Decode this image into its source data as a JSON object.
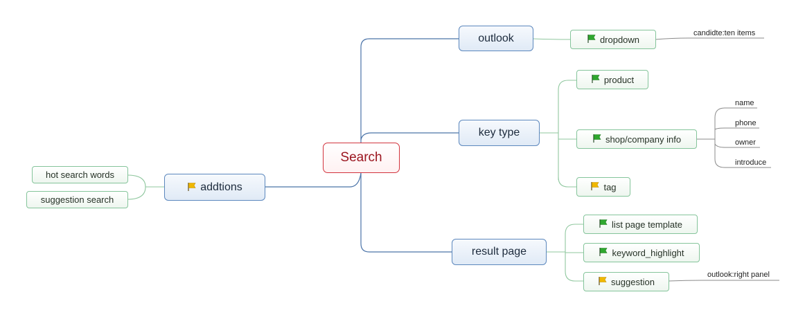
{
  "root": {
    "label": "Search"
  },
  "branches": {
    "outlook": {
      "label": "outlook",
      "dropdown": "dropdown",
      "note": "candidte:ten items"
    },
    "key_type": {
      "label": "key type",
      "product": "product",
      "shop_info": "shop/company info",
      "tag": "tag",
      "fields": [
        "name",
        "phone",
        "owner",
        "introduce"
      ]
    },
    "result_page": {
      "label": "result page",
      "list_template": "list page template",
      "highlight": "keyword_highlight",
      "suggestion": "suggestion",
      "suggestion_note": "outlook:right panel"
    },
    "addtions": {
      "label": "addtions",
      "hot": "hot search words",
      "suggest": "suggestion search"
    }
  },
  "colors": {
    "root_border": "#d2323c",
    "main_border": "#5b87bd",
    "sub_border": "#84c49a",
    "main_link": "#4a73a8",
    "sub_link": "#8fc79e",
    "flag_green": "#2fa82f",
    "flag_yellow": "#f0b800"
  },
  "icons": {
    "green_flag": "flag-green-icon",
    "yellow_flag": "flag-yellow-icon"
  }
}
